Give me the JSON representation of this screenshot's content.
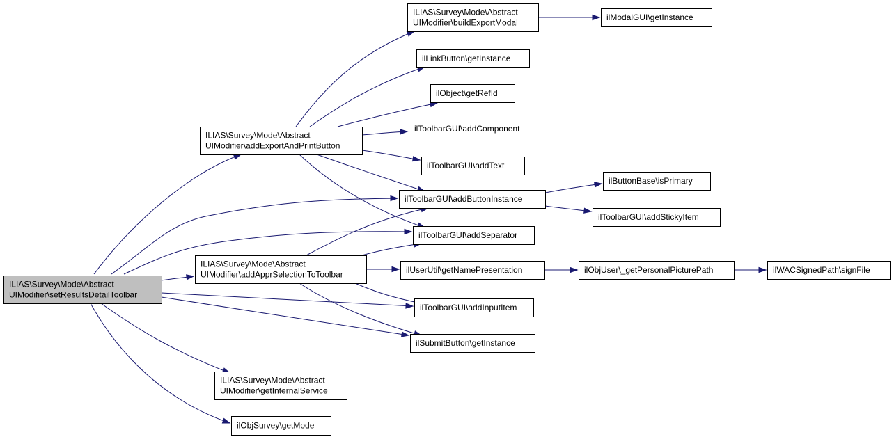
{
  "nodes": [
    {
      "id": "root",
      "lines": [
        "ILIAS\\Survey\\Mode\\Abstract",
        "UIModifier\\setResultsDetailToolbar"
      ],
      "root": true
    },
    {
      "id": "exportprint",
      "lines": [
        "ILIAS\\Survey\\Mode\\Abstract",
        "UIModifier\\addExportAndPrintButton"
      ]
    },
    {
      "id": "apprsel",
      "lines": [
        "ILIAS\\Survey\\Mode\\Abstract",
        "UIModifier\\addApprSelectionToToolbar"
      ]
    },
    {
      "id": "internal",
      "lines": [
        "ILIAS\\Survey\\Mode\\Abstract",
        "UIModifier\\getInternalService"
      ]
    },
    {
      "id": "getmode",
      "lines": [
        "ilObjSurvey\\getMode"
      ]
    },
    {
      "id": "buildexport",
      "lines": [
        "ILIAS\\Survey\\Mode\\Abstract",
        "UIModifier\\buildExportModal"
      ]
    },
    {
      "id": "linkbutton",
      "lines": [
        "ilLinkButton\\getInstance"
      ]
    },
    {
      "id": "getrefid",
      "lines": [
        "ilObject\\getRefId"
      ]
    },
    {
      "id": "addcomponent",
      "lines": [
        "ilToolbarGUI\\addComponent"
      ]
    },
    {
      "id": "addtext",
      "lines": [
        "ilToolbarGUI\\addText"
      ]
    },
    {
      "id": "addbuttoninstance",
      "lines": [
        "ilToolbarGUI\\addButtonInstance"
      ]
    },
    {
      "id": "addseparator",
      "lines": [
        "ilToolbarGUI\\addSeparator"
      ]
    },
    {
      "id": "getnamepres",
      "lines": [
        "ilUserUtil\\getNamePresentation"
      ]
    },
    {
      "id": "addinputitem",
      "lines": [
        "ilToolbarGUI\\addInputItem"
      ]
    },
    {
      "id": "submitbutton",
      "lines": [
        "ilSubmitButton\\getInstance"
      ]
    },
    {
      "id": "modalgui",
      "lines": [
        "ilModalGUI\\getInstance"
      ]
    },
    {
      "id": "isprimary",
      "lines": [
        "ilButtonBase\\isPrimary"
      ]
    },
    {
      "id": "addsticky",
      "lines": [
        "ilToolbarGUI\\addStickyItem"
      ]
    },
    {
      "id": "personalpic",
      "lines": [
        "ilObjUser\\_getPersonalPicturePath"
      ]
    },
    {
      "id": "signfile",
      "lines": [
        "ilWACSignedPath\\signFile"
      ]
    }
  ],
  "edges": [
    {
      "from": "root",
      "to": "exportprint"
    },
    {
      "from": "root",
      "to": "apprsel"
    },
    {
      "from": "root",
      "to": "addbuttoninstance"
    },
    {
      "from": "root",
      "to": "addseparator"
    },
    {
      "from": "root",
      "to": "addinputitem"
    },
    {
      "from": "root",
      "to": "submitbutton"
    },
    {
      "from": "root",
      "to": "internal"
    },
    {
      "from": "root",
      "to": "getmode"
    },
    {
      "from": "exportprint",
      "to": "buildexport"
    },
    {
      "from": "exportprint",
      "to": "linkbutton"
    },
    {
      "from": "exportprint",
      "to": "getrefid"
    },
    {
      "from": "exportprint",
      "to": "addcomponent"
    },
    {
      "from": "exportprint",
      "to": "addtext"
    },
    {
      "from": "exportprint",
      "to": "addbuttoninstance"
    },
    {
      "from": "exportprint",
      "to": "addseparator"
    },
    {
      "from": "apprsel",
      "to": "addbuttoninstance"
    },
    {
      "from": "apprsel",
      "to": "addseparator"
    },
    {
      "from": "apprsel",
      "to": "getnamepres"
    },
    {
      "from": "apprsel",
      "to": "addinputitem"
    },
    {
      "from": "apprsel",
      "to": "submitbutton"
    },
    {
      "from": "buildexport",
      "to": "modalgui"
    },
    {
      "from": "addbuttoninstance",
      "to": "isprimary"
    },
    {
      "from": "addbuttoninstance",
      "to": "addsticky"
    },
    {
      "from": "getnamepres",
      "to": "personalpic"
    },
    {
      "from": "personalpic",
      "to": "signfile"
    }
  ],
  "colors": {
    "edge": "#191970",
    "root_fill": "#bfbfbf",
    "node_fill": "#ffffff",
    "node_border": "#000000"
  }
}
